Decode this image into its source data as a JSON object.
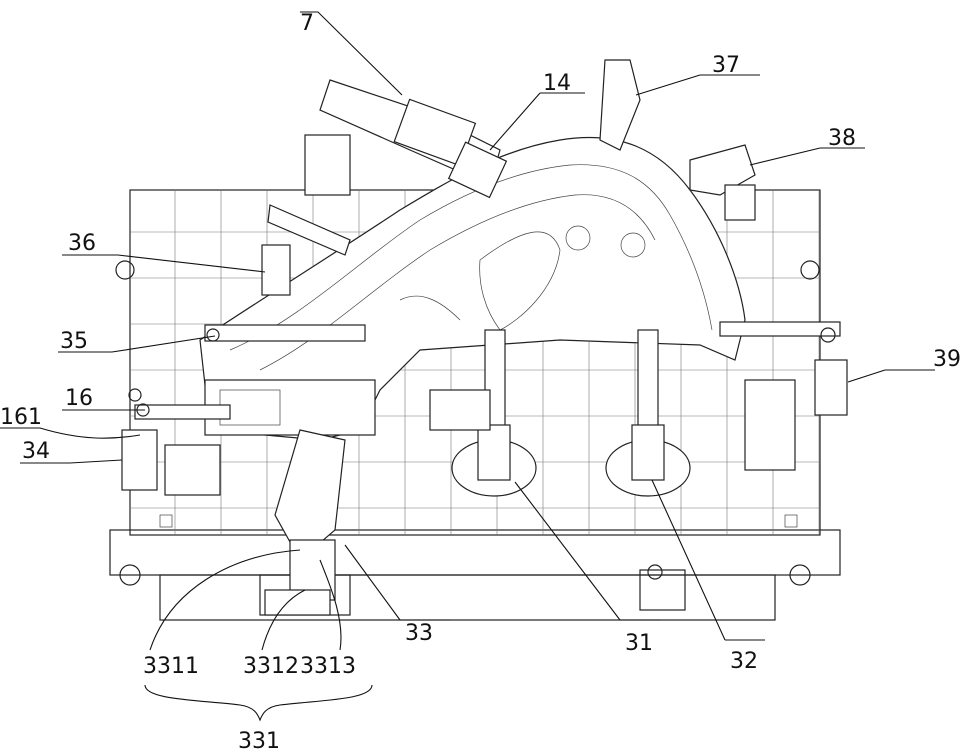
{
  "figure": {
    "labels": {
      "l7": "7",
      "l14": "14",
      "l37": "37",
      "l38": "38",
      "l36": "36",
      "l35": "35",
      "l39": "39",
      "l16": "16",
      "l161": "161",
      "l34": "34",
      "l33": "33",
      "l31": "31",
      "l32": "32",
      "l3311": "3311",
      "l3312": "3312",
      "l3313": "3313",
      "l331": "331"
    }
  }
}
